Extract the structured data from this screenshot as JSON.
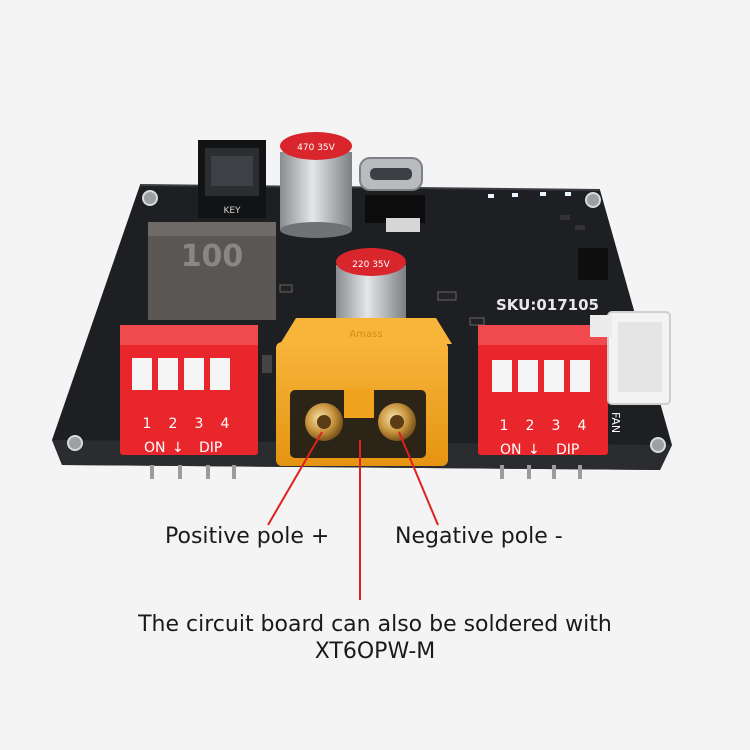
{
  "board": {
    "sku": "SKU:017105",
    "inductor_label": "100",
    "cap_large_label": "470 35V",
    "cap_small_label": "220 35V",
    "button_label": "KEY",
    "fan_label": "FAN",
    "connector_brand": "Amass"
  },
  "dip_left": {
    "numbers": [
      "1",
      "2",
      "3",
      "4"
    ],
    "on_label": "ON",
    "dip_label": "DIP"
  },
  "dip_right": {
    "numbers": [
      "1",
      "2",
      "3",
      "4"
    ],
    "on_label": "ON",
    "dip_label": "DIP"
  },
  "captions": {
    "positive": "Positive pole +",
    "negative": "Negative pole -",
    "note_line1": "The circuit board can also be soldered with",
    "note_line2": "XT6OPW-M"
  },
  "colors": {
    "background": "#f4f4f4",
    "pcb": "#1d1f22",
    "dip_switch": "#e8262b",
    "connector": "#f0a31e",
    "pointer_line": "#e02020"
  }
}
